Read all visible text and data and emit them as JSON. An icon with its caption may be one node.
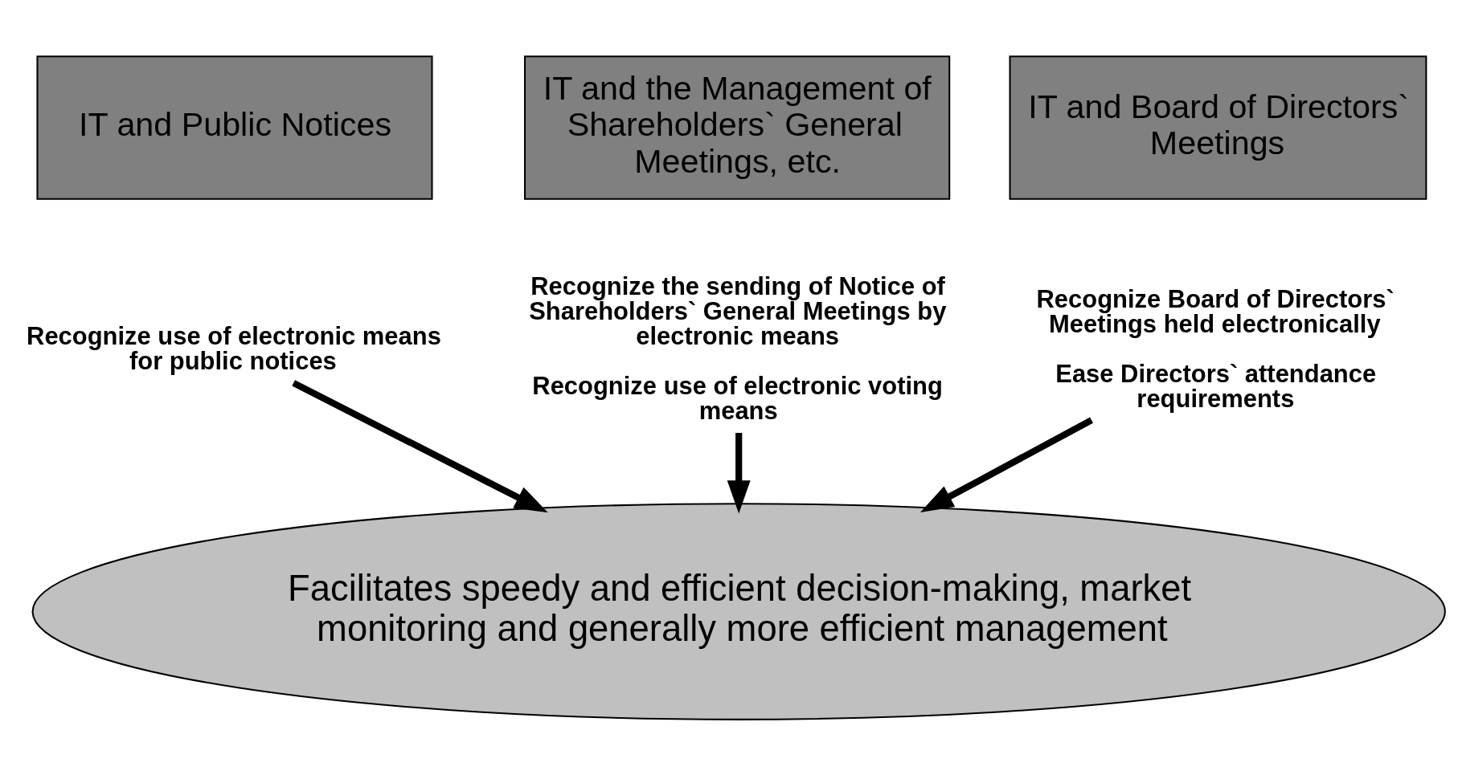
{
  "diagram": {
    "nodes": [
      {
        "text": [
          "IT and Public Notices"
        ]
      },
      {
        "text": [
          "IT and the Management of Shareholders` General Meetings, etc."
        ]
      },
      {
        "text": [
          "IT and Board of Directors` Meetings"
        ]
      },
      {
        "text": [
          "Recognize use of electronic means for public notices"
        ]
      },
      {
        "text": [
          "Recognize the sending of Notice of Shareholders` General Meetings by electronic means",
          "Recognize use of electronic voting means"
        ]
      },
      {
        "text": [
          "Recognize Board of Directors` Meetings held electronically",
          "Ease Directors` attendance requirements"
        ]
      },
      {
        "text": [
          "Facilitates speedy and efficient decision-making, market monitoring and generally more efficient management"
        ]
      }
    ],
    "edges": [
      {
        "from": 3,
        "to": 6,
        "arrow": "to"
      },
      {
        "from": 4,
        "to": 6,
        "arrow": "to"
      },
      {
        "from": 5,
        "to": 6,
        "arrow": "to"
      }
    ]
  }
}
